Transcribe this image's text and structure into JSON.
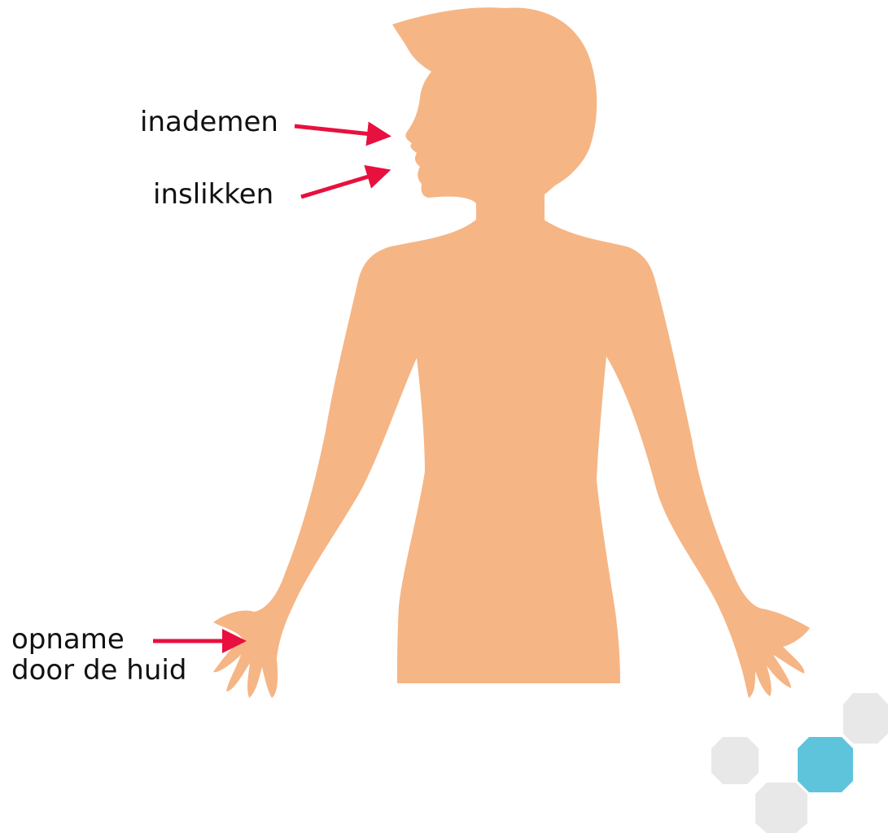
{
  "labels": {
    "inhale": "inademen",
    "swallow": "inslikken",
    "skin_line1": "opname",
    "skin_line2": "door de huid"
  },
  "colors": {
    "body": "#f6b585",
    "arrow": "#e8103e",
    "hex_grey": "#e8e8e8",
    "hex_accent": "#5ec4dc",
    "text": "#111111"
  }
}
